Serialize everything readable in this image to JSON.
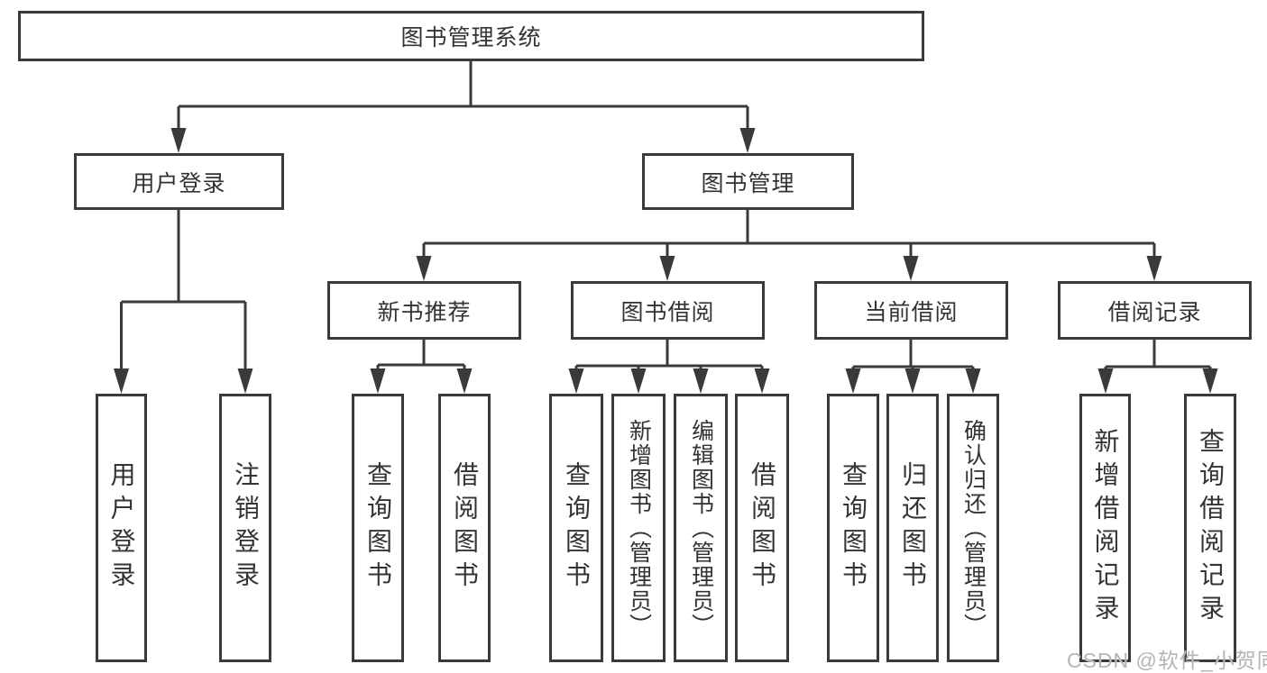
{
  "tree": {
    "root": "图书管理系统",
    "branches": [
      {
        "label": "用户登录",
        "children": [
          {
            "label": "用户登录"
          },
          {
            "label": "注销登录"
          }
        ]
      },
      {
        "label": "图书管理",
        "children": [
          {
            "label": "新书推荐",
            "children": [
              {
                "label": "查询图书"
              },
              {
                "label": "借阅图书"
              }
            ]
          },
          {
            "label": "图书借阅",
            "children": [
              {
                "label": "查询图书"
              },
              {
                "label": "新增图书（管理员）"
              },
              {
                "label": "编辑图书（管理员）"
              },
              {
                "label": "借阅图书"
              }
            ]
          },
          {
            "label": "当前借阅",
            "children": [
              {
                "label": "查询图书"
              },
              {
                "label": "归还图书"
              },
              {
                "label": "确认归还（管理员）"
              }
            ]
          },
          {
            "label": "借阅记录",
            "children": [
              {
                "label": "新增借阅记录"
              },
              {
                "label": "查询借阅记录"
              }
            ]
          }
        ]
      }
    ]
  },
  "watermark": {
    "text": "CSDN @软件_小贺同学"
  },
  "colors": {
    "line": "#3a3a3a",
    "text": "#333333",
    "background": "#ffffff",
    "watermark": "#b4b4b4"
  }
}
